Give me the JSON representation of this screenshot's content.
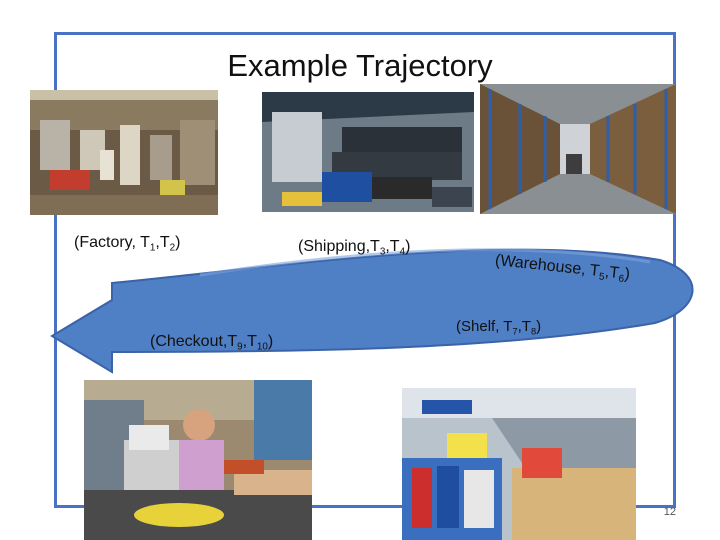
{
  "title": "Example Trajectory",
  "stages": {
    "factory": {
      "place": "Factory",
      "times": [
        "1",
        "2"
      ]
    },
    "shipping": {
      "place": "Shipping",
      "times": [
        "3",
        "4"
      ]
    },
    "warehouse": {
      "place": "Warehouse",
      "times": [
        "5",
        "6"
      ]
    },
    "shelf": {
      "place": "Shelf",
      "times": [
        "7",
        "8"
      ]
    },
    "checkout": {
      "place": "Checkout",
      "times": [
        "9",
        "10"
      ]
    }
  },
  "slide_number": "12",
  "colors": {
    "frame": "#4a72c4",
    "arrow_fill": "#4f7fc4",
    "arrow_stroke": "#3a63a8"
  },
  "photos": [
    "factory-floor",
    "shipping-dock-trucks",
    "warehouse-aisle",
    "supermarket-aisle",
    "checkout-counter"
  ]
}
